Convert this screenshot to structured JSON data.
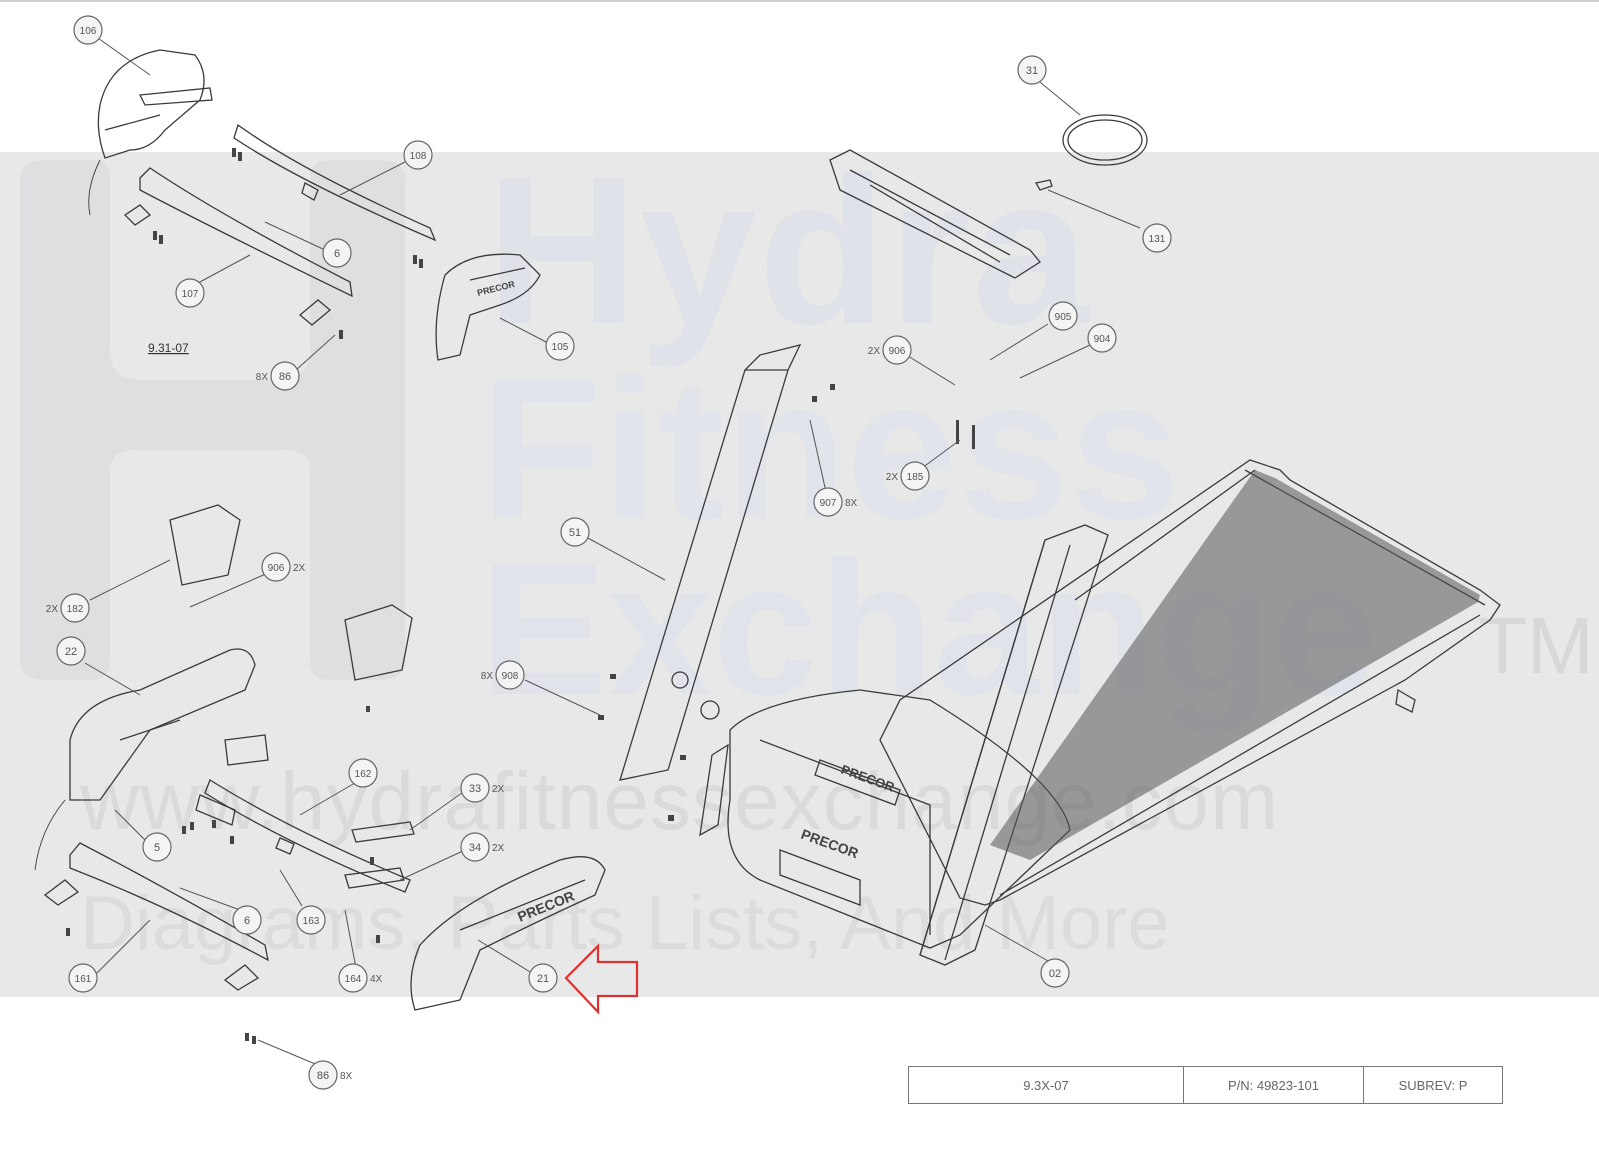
{
  "watermark": {
    "brand_lines": [
      "Hydra",
      "Fitness",
      "Exchange"
    ],
    "trademark": "TM",
    "url": "www.hydrafitnessexchange.com",
    "tagline": "Diagrams, Parts Lists, And More"
  },
  "diagram": {
    "page_ref": "9.31-07",
    "callouts": [
      {
        "id": "c106",
        "label": "106"
      },
      {
        "id": "c108",
        "label": "108"
      },
      {
        "id": "c6a",
        "label": "6"
      },
      {
        "id": "c107",
        "label": "107"
      },
      {
        "id": "c105",
        "label": "105"
      },
      {
        "id": "c86a",
        "label": "86",
        "qty": "8X"
      },
      {
        "id": "c31",
        "label": "31"
      },
      {
        "id": "c131",
        "label": "131"
      },
      {
        "id": "c905",
        "label": "905"
      },
      {
        "id": "c904",
        "label": "904"
      },
      {
        "id": "c906a",
        "label": "906",
        "qty": "2X"
      },
      {
        "id": "c907",
        "label": "907",
        "qty": "8X"
      },
      {
        "id": "c185",
        "label": "185",
        "qty": "2X"
      },
      {
        "id": "c51",
        "label": "51"
      },
      {
        "id": "c906b",
        "label": "906",
        "qty": "2X"
      },
      {
        "id": "c182",
        "label": "182",
        "qty": "2X"
      },
      {
        "id": "c22",
        "label": "22"
      },
      {
        "id": "c908",
        "label": "908",
        "qty": "8X"
      },
      {
        "id": "c162",
        "label": "162"
      },
      {
        "id": "c33",
        "label": "33",
        "qty": "2X"
      },
      {
        "id": "c5",
        "label": "5"
      },
      {
        "id": "c34",
        "label": "34",
        "qty": "2X"
      },
      {
        "id": "c6b",
        "label": "6"
      },
      {
        "id": "c163",
        "label": "163"
      },
      {
        "id": "c161",
        "label": "161"
      },
      {
        "id": "c164",
        "label": "164",
        "qty": "4X"
      },
      {
        "id": "c21",
        "label": "21"
      },
      {
        "id": "c02",
        "label": "02"
      },
      {
        "id": "c86b",
        "label": "86",
        "qty": "8X"
      }
    ],
    "console_brand": "PRECOR",
    "highlight_arrow_color": "#e03030"
  },
  "title_block": {
    "drawing": "9.3X-07",
    "part_number": "P/N: 49823-101",
    "subrev": "SUBREV: P"
  }
}
